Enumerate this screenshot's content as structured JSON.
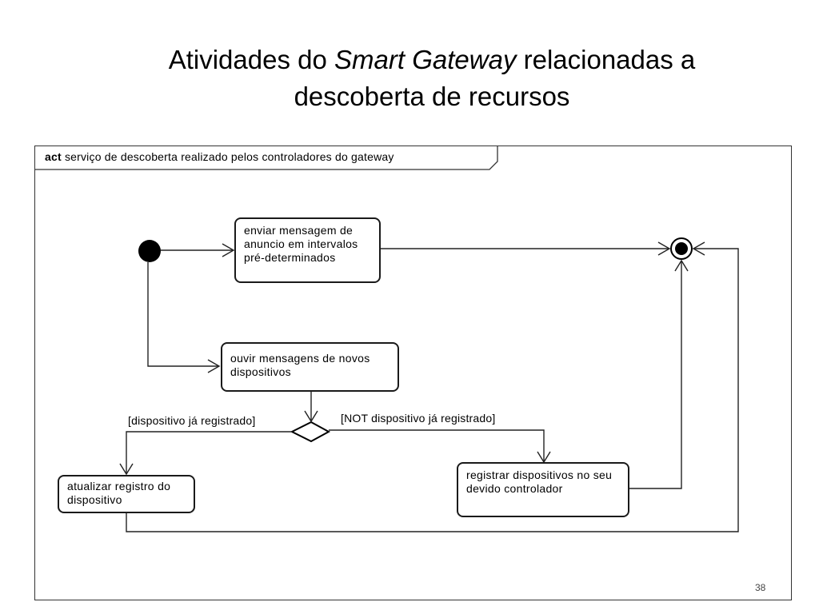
{
  "slide": {
    "title_prefix": "Atividades do ",
    "title_italic": "Smart Gateway",
    "title_suffix": " relacionadas a",
    "title_line2": "descoberta de recursos",
    "page_number": "38"
  },
  "diagram": {
    "frame_keyword": "act",
    "frame_name": "serviço de descoberta realizado pelos controladores do gateway",
    "actions": {
      "send_announcement": "enviar mensagem de anuncio em intervalos pré-determinados",
      "listen_new_devices": "ouvir mensagens de novos dispositivos",
      "update_registry": "atualizar registro do dispositivo",
      "register_devices": "registrar dispositivos no seu devido controlador"
    },
    "guards": {
      "already_registered": "[dispositivo já registrado]",
      "not_registered": "[NOT dispositivo já registrado]"
    }
  }
}
